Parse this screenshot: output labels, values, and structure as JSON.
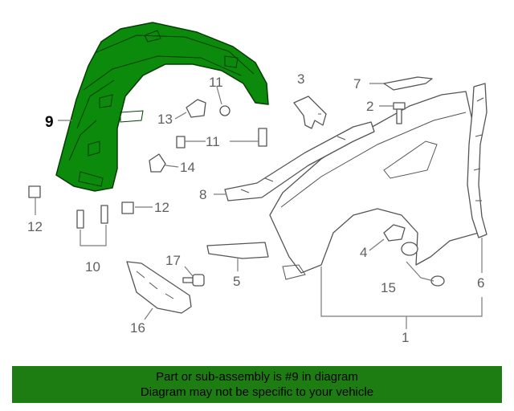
{
  "diagram": {
    "callouts": [
      {
        "id": "1",
        "text": "1"
      },
      {
        "id": "2",
        "text": "2"
      },
      {
        "id": "3",
        "text": "3"
      },
      {
        "id": "4",
        "text": "4"
      },
      {
        "id": "5",
        "text": "5"
      },
      {
        "id": "6",
        "text": "6"
      },
      {
        "id": "7",
        "text": "7"
      },
      {
        "id": "8",
        "text": "8"
      },
      {
        "id": "9",
        "text": "9"
      },
      {
        "id": "10",
        "text": "10"
      },
      {
        "id": "11a",
        "text": "11"
      },
      {
        "id": "11b",
        "text": "11"
      },
      {
        "id": "12a",
        "text": "12"
      },
      {
        "id": "12b",
        "text": "12"
      },
      {
        "id": "13",
        "text": "13"
      },
      {
        "id": "14",
        "text": "14"
      },
      {
        "id": "15",
        "text": "15"
      },
      {
        "id": "16",
        "text": "16"
      },
      {
        "id": "17",
        "text": "17"
      }
    ],
    "highlight_color": "#0b8a0b",
    "highlight_part": "9"
  },
  "banner": {
    "line1": "Part or sub-assembly is #9 in diagram",
    "line2": "Diagram may not be specific to your vehicle",
    "color": "#1e7d12"
  }
}
